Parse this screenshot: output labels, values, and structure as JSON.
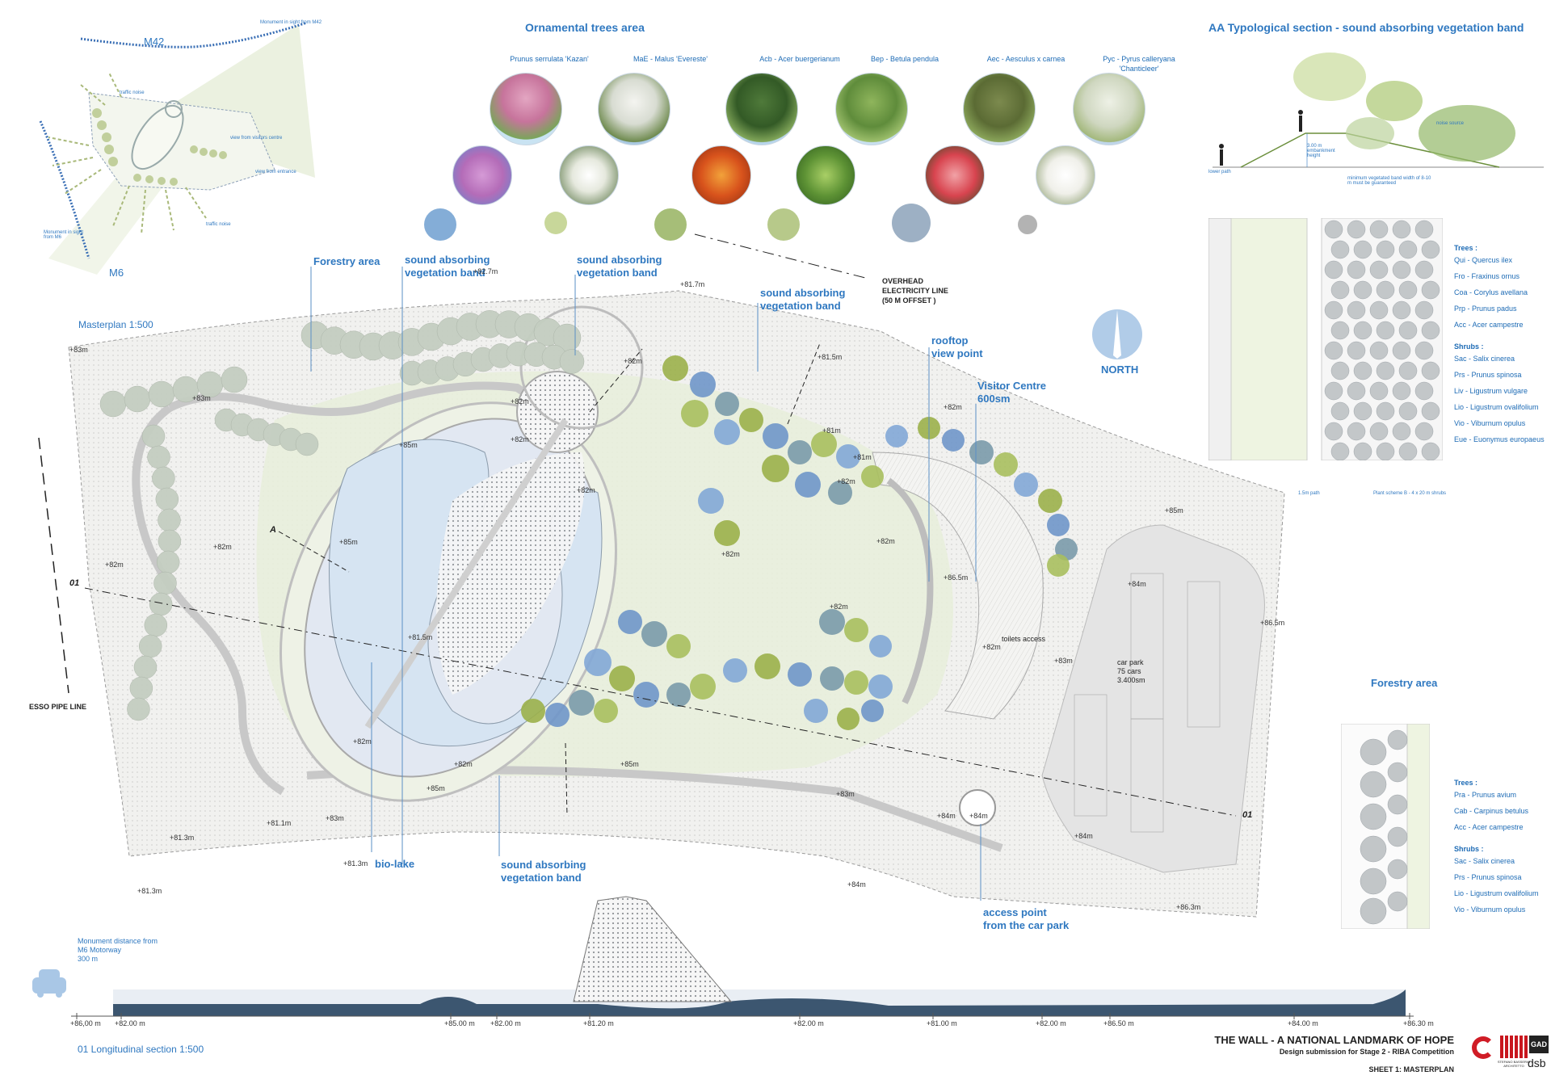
{
  "locator": {
    "m42": "M42",
    "m6": "M6",
    "monument_m42": "Monument in sight from M42",
    "monument_m6": "Monument in sight from M6",
    "traffic_noise_1": "traffic noise",
    "traffic_noise_2": "traffic noise",
    "view_visitor": "view from visitors centre",
    "view_entrance": "view from entrance"
  },
  "ornamental": {
    "title": "Ornamental trees area",
    "species": [
      "Prunus serrulata 'Kazan'",
      "MaE - Malus 'Evereste'",
      "Acb - Acer buergerianum",
      "Bep - Betula pendula",
      "Aec - Aesculus x carnea",
      "Pyc - Pyrus calleryana",
      "'Chanticleer'"
    ]
  },
  "section_aa": {
    "title": "AA Typological section - sound absorbing vegetation band",
    "notes": [
      "lower path",
      "3.00 m embankment height",
      "noise source",
      "minimum vegetated band width of 8-10 m must be guaranteed",
      "1.5m path",
      "Plant scheme B - 4 x 20 m shrubs"
    ]
  },
  "plant_key_1": {
    "trees_heading": "Trees :",
    "trees": [
      "Qui - Quercus ilex",
      "Fro - Fraxinus ornus",
      "Coa - Corylus avellana",
      "Prp - Prunus padus",
      "Acc - Acer campestre"
    ],
    "shrubs_heading": "Shrubs :",
    "shrubs": [
      "Sac - Salix cinerea",
      "Prs - Prunus spinosa",
      "Liv - Ligustrum vulgare",
      "Lio - Ligustrum ovalifolium",
      "Vio - Viburnum opulus",
      "Eue - Euonymus europaeus"
    ]
  },
  "forestry_right": {
    "title": "Forestry area",
    "trees_heading": "Trees :",
    "trees": [
      "Pra - Prunus avium",
      "Cab - Carpinus betulus",
      "Acc - Acer campestre"
    ],
    "shrubs_heading": "Shrubs :",
    "shrubs": [
      "Sac - Salix cinerea",
      "Prs - Prunus spinosa",
      "Lio - Ligustrum ovalifolium",
      "Vio - Viburnum opulus"
    ]
  },
  "plan": {
    "masterplan": "Masterplan 1:500",
    "forestry": "Forestry area",
    "sab1": [
      "sound absorbing",
      "vegetation band"
    ],
    "sab2": [
      "sound absorbing",
      "vegetation band"
    ],
    "sab3": [
      "sound absorbing",
      "vegetation band"
    ],
    "sab4": [
      "sound absorbing",
      "vegetation band"
    ],
    "overhead": [
      "OVERHEAD",
      "ELECTRICITY LINE",
      "(50 M OFFSET  )"
    ],
    "rooftop": [
      "rooftop",
      "view point"
    ],
    "visitor": [
      "Visitor Centre",
      "600sm"
    ],
    "north": "NORTH",
    "esso": "ESSO PIPE LINE",
    "bio_lake": "bio-lake",
    "access": [
      "access point",
      "from the car park"
    ],
    "toilets": "toilets access",
    "car_park": [
      "car park",
      "75 cars",
      "3.400sm"
    ],
    "section_01_left": "01",
    "section_01_right": "01",
    "a_mark": "A",
    "elevations": [
      "+83m",
      "+83m",
      "+82.7m",
      "+81.7m",
      "+82m",
      "+82m",
      "+82m",
      "+85m",
      "+82m",
      "+82m",
      "+81.5m",
      "+82m",
      "+82m",
      "+85m",
      "+82m",
      "+81.5m",
      "+81m",
      "+81m",
      "+82m",
      "+82m",
      "+86.5m",
      "+84m",
      "+82m",
      "+83m",
      "+85m",
      "+86.5m",
      "+82m",
      "+82m",
      "+82m",
      "+85m",
      "+85m",
      "+83m",
      "+84m",
      "+84m",
      "+83m",
      "+81.1m",
      "+81.3m",
      "+81.3m",
      "+81.3m",
      "+84m",
      "+86.3m",
      "+84m"
    ]
  },
  "long_section": {
    "title": "01 Longitudinal section 1:500",
    "distance": [
      "Monument distance from",
      "M6 Motorway",
      "300 m"
    ],
    "levels": [
      "+86,00 m",
      "+82.00 m",
      "+85.00 m",
      "+82.00 m",
      "+81.20 m",
      "+82.00 m",
      "+81.00 m",
      "+82.00 m",
      "+86.50 m",
      "+84.00 m",
      "+86.30 m"
    ]
  },
  "title_block": {
    "title": "THE WALL - A NATIONAL LANDMARK OF HOPE",
    "subtitle": "Design submission for Stage 2 - RIBA Competition",
    "sheet": "SHEET 1: MASTERPLAN",
    "logo_1": "STEFANO BASSERIO ARCHITETTO",
    "logo_2": "dsb",
    "logo_3": "GAD"
  }
}
